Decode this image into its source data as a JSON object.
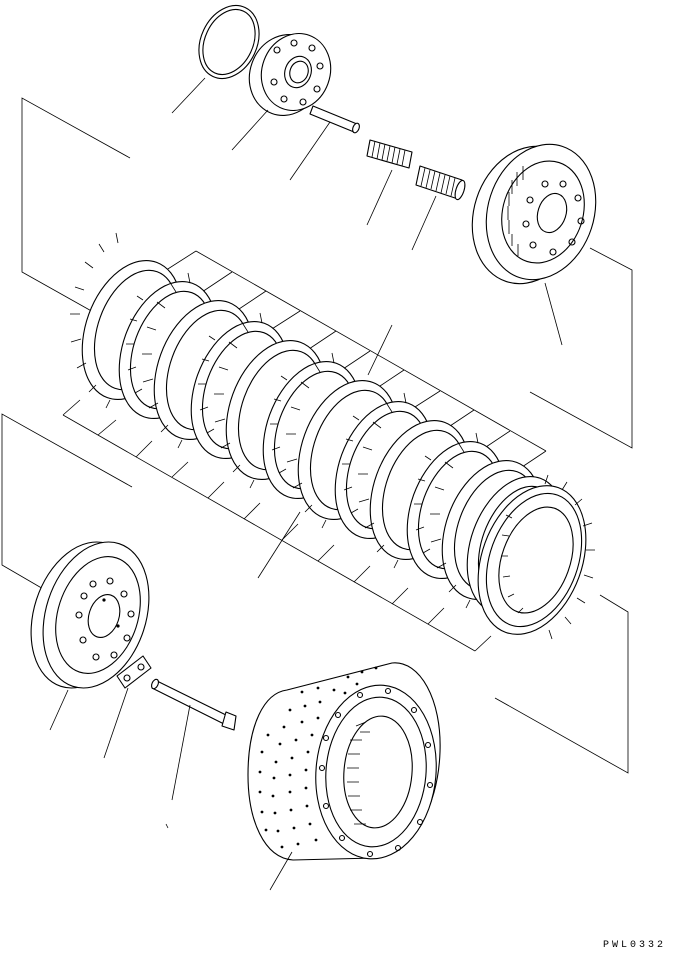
{
  "figure": {
    "code": "PWL0332"
  },
  "colors": {
    "ink": "#000000",
    "paper": "#ffffff"
  },
  "disc_stack": {
    "disc_count": 13
  },
  "parts": [
    {
      "name": "o-ring"
    },
    {
      "name": "retainer-plate"
    },
    {
      "name": "pin"
    },
    {
      "name": "spring"
    },
    {
      "name": "spring"
    },
    {
      "name": "clutch-hub"
    },
    {
      "name": "friction-disc"
    },
    {
      "name": "separator-plate"
    },
    {
      "name": "piston-end-plate"
    },
    {
      "name": "lock-plate"
    },
    {
      "name": "bolt"
    },
    {
      "name": "clutch-housing"
    }
  ]
}
